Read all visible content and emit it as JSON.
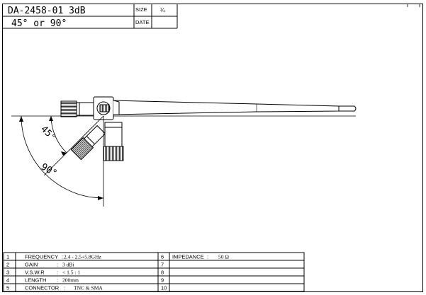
{
  "title_block": {
    "part_number": "DA-2458-01 3dB",
    "angle_note": "45° or 90°",
    "size_label": "SIZE",
    "date_label": "DATE",
    "size_value": "¼"
  },
  "dimensions": {
    "angle_45": "45°",
    "angle_90": "90°"
  },
  "spec_table": {
    "left": [
      {
        "num": "1",
        "label": "FREQUENCY",
        "sep": ":",
        "value": "2.4 - 2.5+5.8GHz"
      },
      {
        "num": "2",
        "label": "GAIN",
        "sep": ":",
        "value": "3 dBi"
      },
      {
        "num": "3",
        "label": "V.S.W.R",
        "sep": ":",
        "value": "< 1.5 : 1"
      },
      {
        "num": "4",
        "label": "LENGTH",
        "sep": ":",
        "value": "200mm"
      },
      {
        "num": "5",
        "label": "CONNECTOR",
        "sep": ":",
        "value": "TNC & SMA"
      }
    ],
    "right": [
      {
        "num": "6",
        "label": "IMPEDANCE",
        "sep": ":",
        "value": "50 Ω"
      },
      {
        "num": "7",
        "label": "",
        "sep": "",
        "value": ""
      },
      {
        "num": "8",
        "label": "",
        "sep": "",
        "value": ""
      },
      {
        "num": "9",
        "label": "",
        "sep": "",
        "value": ""
      },
      {
        "num": "10",
        "label": "",
        "sep": "",
        "value": ""
      }
    ]
  }
}
